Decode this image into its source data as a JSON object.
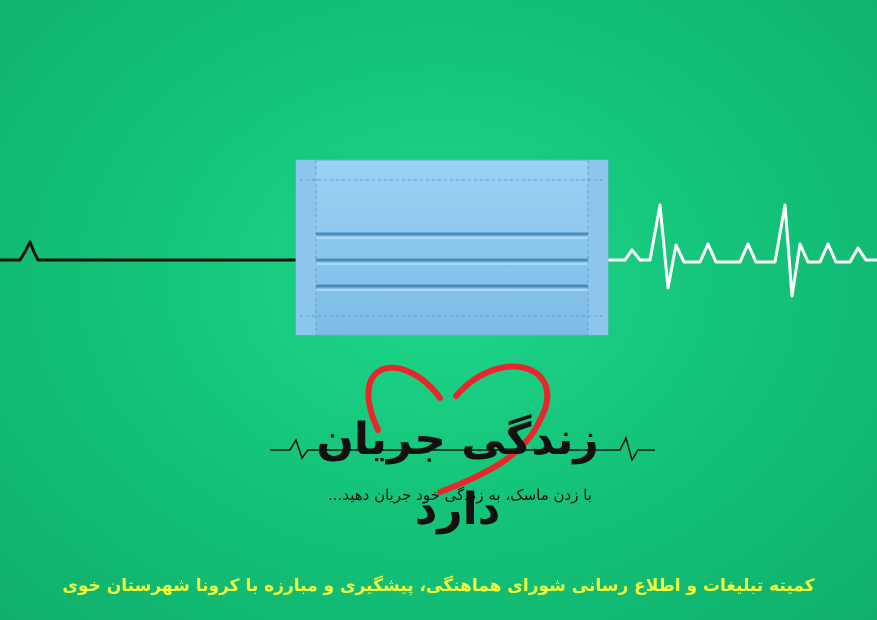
{
  "colors": {
    "background": "#14c47a",
    "mask": "#8ec8ef",
    "heart": "#e8262b",
    "headline": "#111111",
    "footer": "#f2ff3a",
    "pulse_left": "#111111",
    "pulse_right": "#ffffff"
  },
  "icons": {
    "mask": "surgical-mask-icon",
    "heart": "heart-outline-icon",
    "pulse": "heartbeat-line-icon"
  },
  "poster": {
    "headline": "زندگی جریان دارد",
    "subline": "با زدن ماسک، به زندگی خود جریان دهید...",
    "footer": "کمیته تبلیغات و اطلاع رسانی شورای هماهنگی، پیشگیری و مبارزه با کرونا شهرستان خوی"
  }
}
